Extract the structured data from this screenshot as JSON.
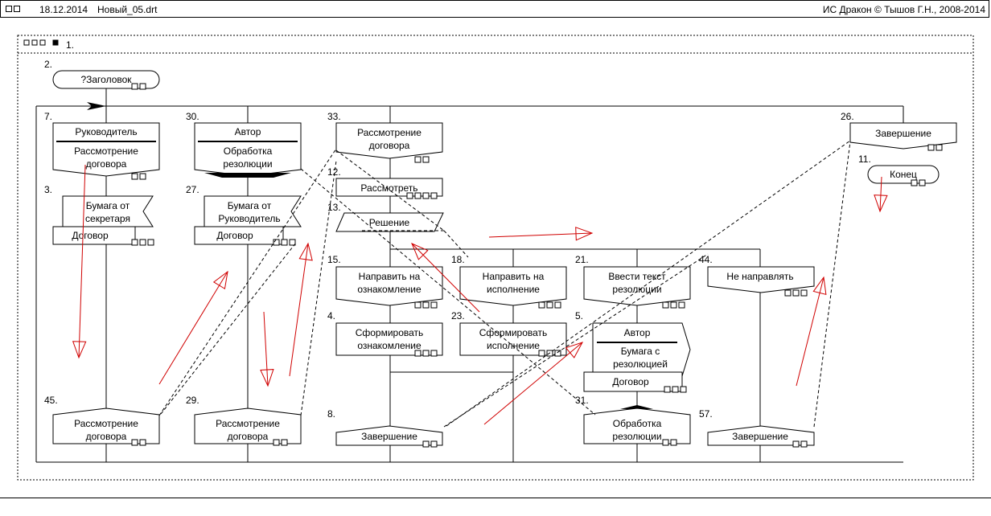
{
  "header": {
    "date": "18.12.2014",
    "filename": "Новый_05.drt",
    "app_info": "ИС Дракон © Тышов Г.Н., 2008-2014"
  },
  "diagram": {
    "frame_number": "1.",
    "title_number": "2.",
    "title_text": "?Заголовок",
    "nodes": [
      {
        "id": "n7",
        "number": "7.",
        "actor": "Руководитель",
        "lines": [
          "Рассмотрение",
          "договора"
        ]
      },
      {
        "id": "n30",
        "number": "30.",
        "actor": "Автор",
        "lines": [
          "Обработка",
          "резолюции"
        ]
      },
      {
        "id": "n33",
        "number": "33.",
        "lines": [
          "Рассмотрение",
          "договора"
        ]
      },
      {
        "id": "n26",
        "number": "26.",
        "lines": [
          "Завершение"
        ]
      },
      {
        "id": "n11",
        "number": "11.",
        "lines": [
          "Конец"
        ]
      },
      {
        "id": "n3",
        "number": "3.",
        "lines": [
          "Бумага от",
          "секретаря"
        ],
        "sub": "Договор"
      },
      {
        "id": "n27",
        "number": "27.",
        "lines": [
          "Бумага от",
          "Руководитель"
        ],
        "sub": "Договор"
      },
      {
        "id": "n12",
        "number": "12.",
        "lines": [
          "Рассмотреть"
        ]
      },
      {
        "id": "n13",
        "number": "13.",
        "lines": [
          "Решение"
        ]
      },
      {
        "id": "n15",
        "number": "15.",
        "lines": [
          "Направить на",
          "ознакомление"
        ]
      },
      {
        "id": "n18",
        "number": "18.",
        "lines": [
          "Направить на",
          "исполнение"
        ]
      },
      {
        "id": "n21",
        "number": "21.",
        "lines": [
          "Ввести текст",
          "резолюции"
        ]
      },
      {
        "id": "n44",
        "number": "44.",
        "lines": [
          "Не направлять"
        ]
      },
      {
        "id": "n4",
        "number": "4.",
        "lines": [
          "Сформировать",
          "ознакомление"
        ]
      },
      {
        "id": "n23",
        "number": "23.",
        "lines": [
          "Сформировать",
          "исполнение"
        ]
      },
      {
        "id": "n5",
        "number": "5.",
        "actor": "Автор",
        "lines": [
          "Бумага с",
          "резолюцией"
        ],
        "sub": "Договор"
      },
      {
        "id": "n45",
        "number": "45.",
        "lines": [
          "Рассмотрение",
          "договора"
        ]
      },
      {
        "id": "n29",
        "number": "29.",
        "lines": [
          "Рассмотрение",
          "договора"
        ]
      },
      {
        "id": "n8",
        "number": "8.",
        "lines": [
          "Завершение"
        ]
      },
      {
        "id": "n31",
        "number": "31.",
        "lines": [
          "Обработка",
          "резолюции"
        ]
      },
      {
        "id": "n57",
        "number": "57.",
        "lines": [
          "Завершение"
        ]
      }
    ]
  },
  "colors": {
    "line": "#000000",
    "annotation": "#d00000",
    "background": "#ffffff"
  }
}
